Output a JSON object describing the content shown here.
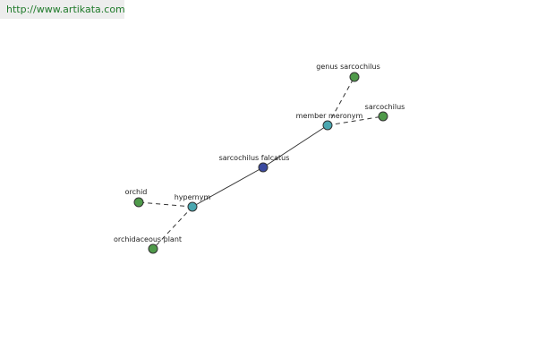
{
  "site_link": "http://www.artikata.com",
  "colors": {
    "center_node": "#3b4aa0",
    "relation_node": "#4aa7b0",
    "leaf_node": "#4f9a4a",
    "link_text": "#1f7a2a"
  },
  "nodes": {
    "center": {
      "label": "sarcochilus falcatus",
      "kind": "center"
    },
    "member_meronym": {
      "label": "member meronym",
      "kind": "relation"
    },
    "hypernym": {
      "label": "hypernym",
      "kind": "relation"
    },
    "genus_sarcochilus": {
      "label": "genus sarcochilus",
      "kind": "leaf"
    },
    "sarcochilus": {
      "label": "sarcochilus",
      "kind": "leaf"
    },
    "orchid": {
      "label": "orchid",
      "kind": "leaf"
    },
    "orchidaceous_plant": {
      "label": "orchidaceous plant",
      "kind": "leaf"
    }
  },
  "edges": [
    {
      "from": "center",
      "to": "member_meronym",
      "style": "solid"
    },
    {
      "from": "center",
      "to": "hypernym",
      "style": "solid"
    },
    {
      "from": "member_meronym",
      "to": "genus_sarcochilus",
      "style": "dashed"
    },
    {
      "from": "member_meronym",
      "to": "sarcochilus",
      "style": "dashed"
    },
    {
      "from": "hypernym",
      "to": "orchid",
      "style": "dashed"
    },
    {
      "from": "hypernym",
      "to": "orchidaceous_plant",
      "style": "dashed"
    }
  ]
}
